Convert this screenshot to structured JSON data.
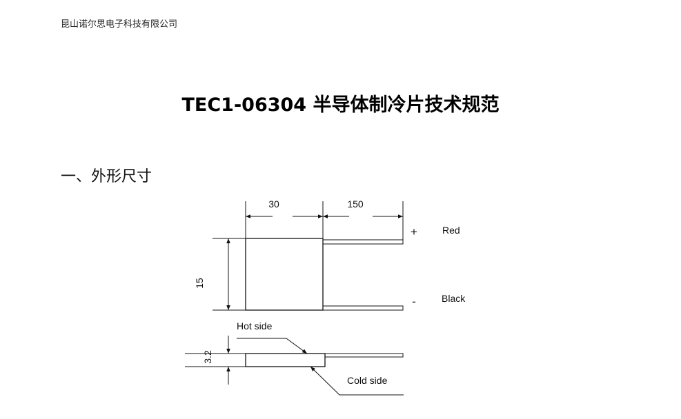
{
  "header": {
    "company": "昆山诺尔思电子科技有限公司"
  },
  "document": {
    "title": "TEC1-06304 半导体制冷片技术规范",
    "section_heading": "一、外形尺寸"
  },
  "drawing": {
    "dim_width": "30",
    "dim_lead_length": "150",
    "dim_height": "15",
    "dim_thickness": "3.2",
    "plus_sign": "+",
    "minus_sign": "-",
    "red_label": "Red",
    "black_label": "Black",
    "hot_side_label": "Hot side",
    "cold_side_label": "Cold side"
  }
}
